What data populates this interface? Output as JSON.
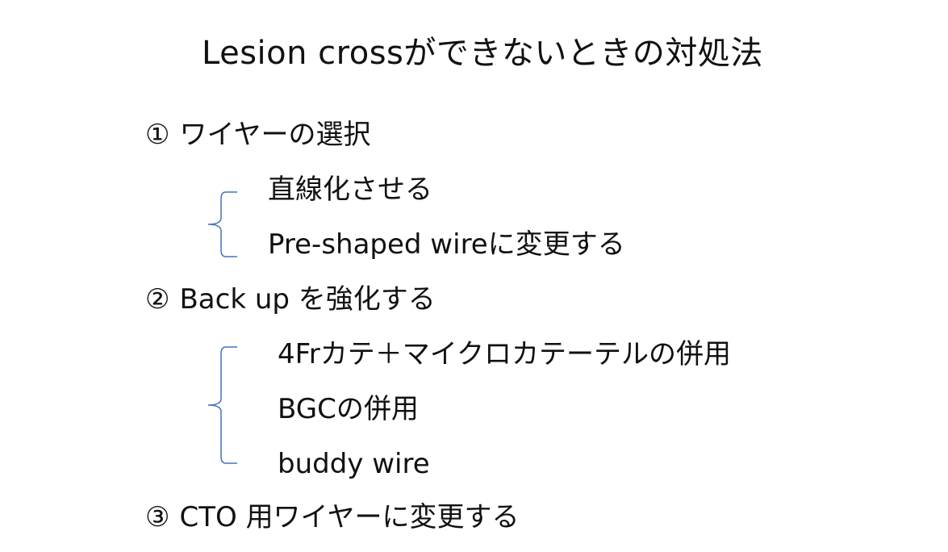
{
  "title": "Lesion crossができないときの対処法",
  "items": [
    {
      "number": "①",
      "label": "ワイヤーの選択",
      "subitems": [
        "直線化させる",
        "Pre-shaped wireに変更する"
      ]
    },
    {
      "number": "②",
      "label": "Back up を強化する",
      "subitems": [
        "4Frカテ＋マイクロカテーテルの併用",
        "BGCの併用",
        "buddy wire"
      ]
    },
    {
      "number": "③",
      "label": "CTO 用ワイヤーに変更する",
      "subitems": []
    }
  ],
  "bracket_color": "#4472c4"
}
